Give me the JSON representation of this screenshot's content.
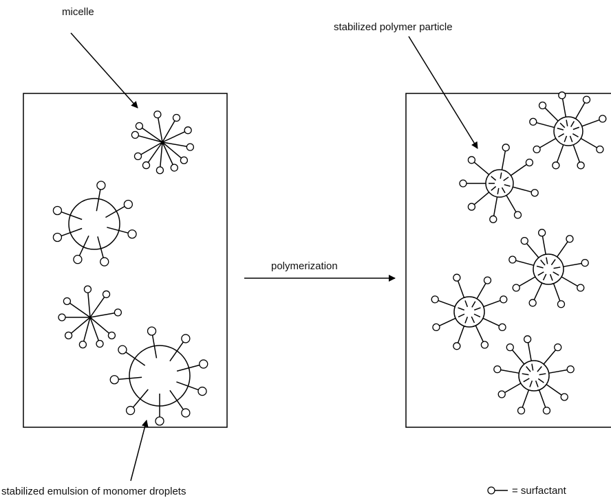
{
  "labels": {
    "micelle": "micelle",
    "stabilized_polymer_particle": "stabilized polymer particle",
    "polymerization": "polymerization",
    "stabilized_emulsion": "stabilized emulsion of monomer droplets",
    "surfactant_key": "= surfactant"
  }
}
